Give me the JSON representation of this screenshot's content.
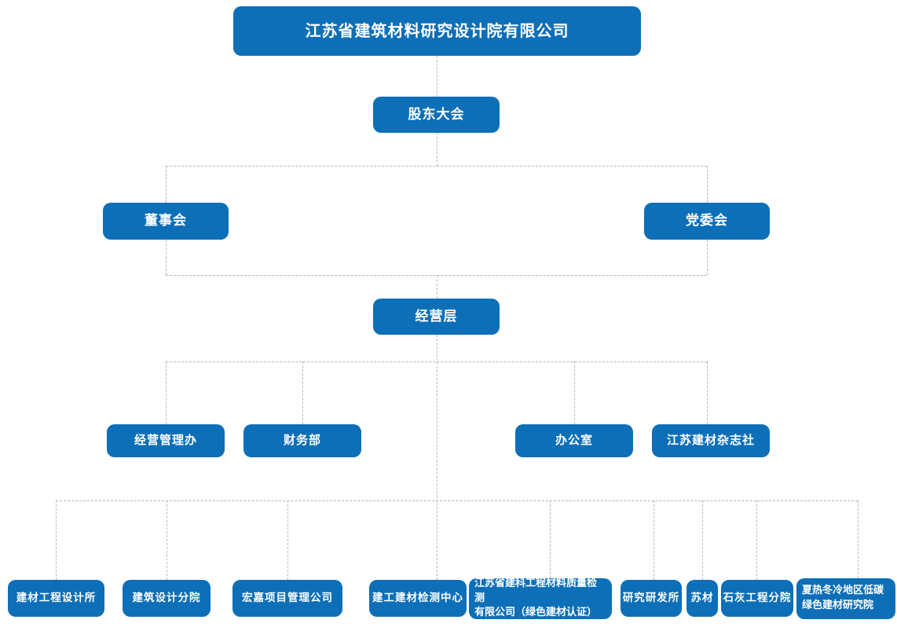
{
  "colors": {
    "node_blue": "#0d6fb8",
    "connector_gray": "#b8b8b8",
    "background": "#ffffff"
  },
  "org": {
    "company": "江苏省建筑材料研究设计院有限公司",
    "shareholders_meeting": "股东大会",
    "board_of_directors": "董事会",
    "party_committee": "党委会",
    "management_level": "经营层",
    "departments": [
      "经营管理办",
      "财务部",
      "办公室",
      "江苏建材杂志社"
    ],
    "subsidiaries": [
      "建材工程设计所",
      "建筑设计分院",
      "宏嘉项目管理公司",
      "建工建材检测中心",
      "江苏省建科工程材料质量检测\n有限公司（绿色建材认证）",
      "研究研发所",
      "苏材",
      "石灰工程分院",
      "夏热冬冷地区低碳\n绿色建材研究院"
    ]
  }
}
